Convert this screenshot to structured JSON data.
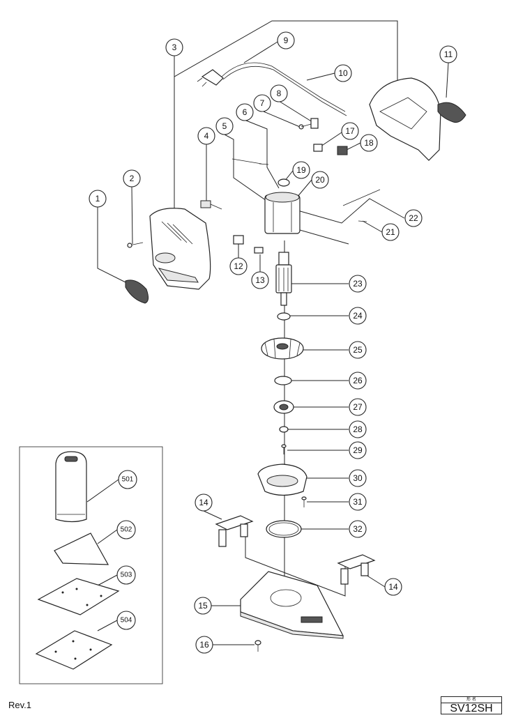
{
  "callouts": [
    {
      "id": "c1",
      "label": "1"
    },
    {
      "id": "c2",
      "label": "2"
    },
    {
      "id": "c3",
      "label": "3"
    },
    {
      "id": "c4",
      "label": "4"
    },
    {
      "id": "c5",
      "label": "5"
    },
    {
      "id": "c6",
      "label": "6"
    },
    {
      "id": "c7",
      "label": "7"
    },
    {
      "id": "c8",
      "label": "8"
    },
    {
      "id": "c9",
      "label": "9"
    },
    {
      "id": "c10",
      "label": "10"
    },
    {
      "id": "c11",
      "label": "11"
    },
    {
      "id": "c12",
      "label": "12"
    },
    {
      "id": "c13",
      "label": "13"
    },
    {
      "id": "c14a",
      "label": "14"
    },
    {
      "id": "c14b",
      "label": "14"
    },
    {
      "id": "c15",
      "label": "15"
    },
    {
      "id": "c16",
      "label": "16"
    },
    {
      "id": "c17",
      "label": "17"
    },
    {
      "id": "c18",
      "label": "18"
    },
    {
      "id": "c19",
      "label": "19"
    },
    {
      "id": "c20",
      "label": "20"
    },
    {
      "id": "c21",
      "label": "21"
    },
    {
      "id": "c22",
      "label": "22"
    },
    {
      "id": "c23",
      "label": "23"
    },
    {
      "id": "c24",
      "label": "24"
    },
    {
      "id": "c25",
      "label": "25"
    },
    {
      "id": "c26",
      "label": "26"
    },
    {
      "id": "c27",
      "label": "27"
    },
    {
      "id": "c28",
      "label": "28"
    },
    {
      "id": "c29",
      "label": "29"
    },
    {
      "id": "c30",
      "label": "30"
    },
    {
      "id": "c31",
      "label": "31"
    },
    {
      "id": "c32",
      "label": "32"
    },
    {
      "id": "c501",
      "label": "501"
    },
    {
      "id": "c502",
      "label": "502"
    },
    {
      "id": "c503",
      "label": "503"
    },
    {
      "id": "c504",
      "label": "504"
    }
  ],
  "footer": {
    "revision": "Rev.1",
    "model_header": "形 名",
    "model_name": "SV12SH"
  }
}
